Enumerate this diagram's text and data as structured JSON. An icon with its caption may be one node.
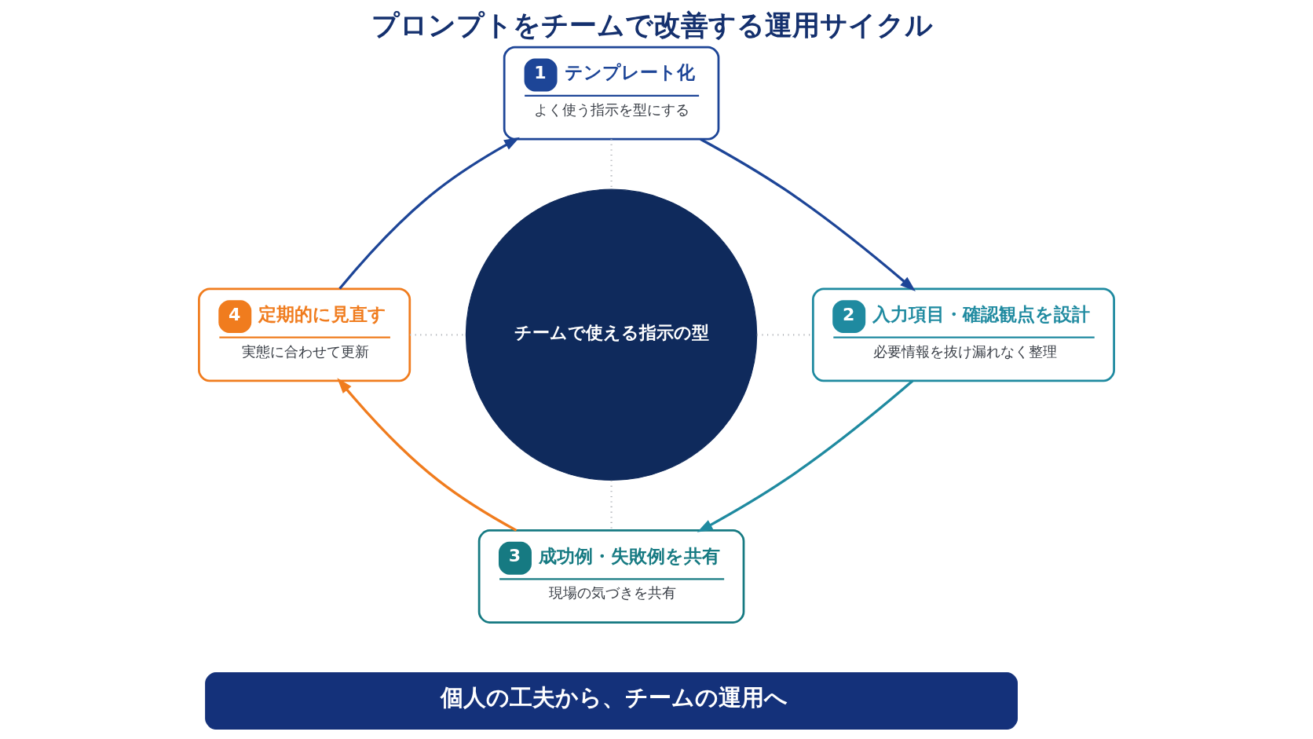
{
  "diagram": {
    "title": "プロンプトをチームで改善する運用サイクル",
    "nodes": [
      {
        "text": [
          "1",
          "テンプレート化",
          "よく使う指示を型にする"
        ]
      },
      {
        "text": [
          "4",
          "定期的に見直す",
          "実態に合わせて更新"
        ]
      },
      {
        "text": [
          "チームで使える指示の型"
        ]
      },
      {
        "text": [
          "2",
          "入力項目・確認観点を設計",
          "必要情報を抜け漏れなく整理"
        ]
      },
      {
        "text": [
          "3",
          "成功例・失敗例を共有",
          "現場の気づきを共有"
        ]
      },
      {
        "text": [
          "個人の工夫から、チームの運用へ"
        ]
      }
    ],
    "edges": [
      {
        "from": 0,
        "to": 3,
        "arrow": "to",
        "color": "#1d4597"
      },
      {
        "from": 3,
        "to": 4,
        "arrow": "to",
        "color": "#1f8aa0"
      },
      {
        "from": 4,
        "to": 1,
        "arrow": "to",
        "color": "#f07c1e"
      },
      {
        "from": 1,
        "to": 0,
        "arrow": "to",
        "color": "#1d4597"
      },
      {
        "from": 0,
        "to": 2,
        "arrow": "none",
        "style": "dashed",
        "color": "#a9adb3"
      },
      {
        "from": 1,
        "to": 2,
        "arrow": "none",
        "style": "dashed",
        "color": "#a9adb3"
      },
      {
        "from": 2,
        "to": 3,
        "arrow": "none",
        "style": "dashed",
        "color": "#a9adb3"
      },
      {
        "from": 2,
        "to": 4,
        "arrow": "none",
        "style": "dashed",
        "color": "#a9adb3"
      }
    ]
  }
}
